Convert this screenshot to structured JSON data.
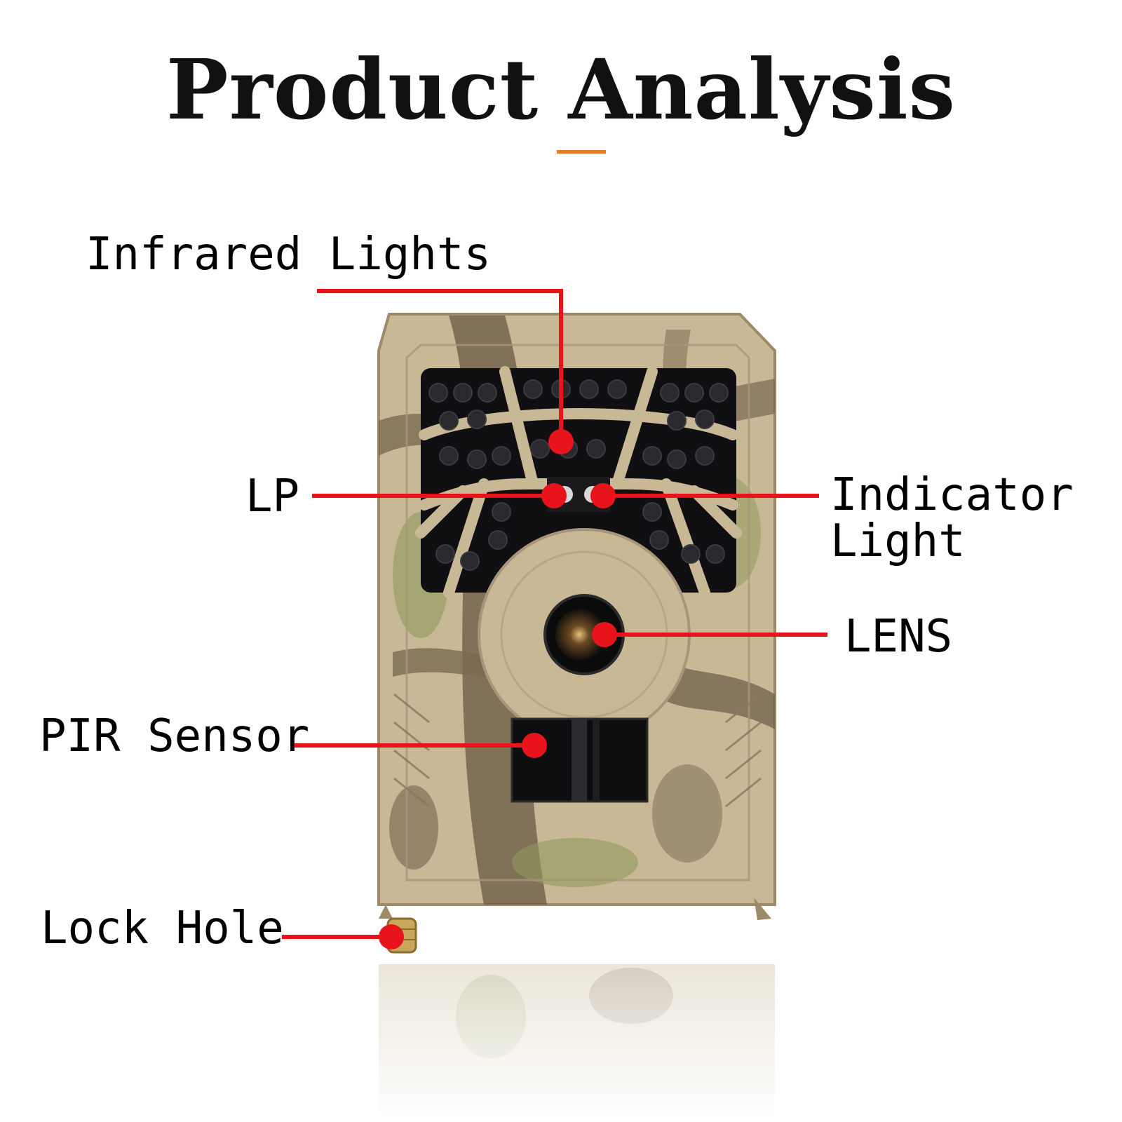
{
  "header": {
    "title": "Product Analysis",
    "accent_color": "#e8782c"
  },
  "callouts": {
    "infrared": "Infrared Lights",
    "lp": "LP",
    "indicator": "Indicator\nLight",
    "lens": "LENS",
    "pir": "PIR Sensor",
    "lock": "Lock Hole"
  },
  "colors": {
    "leader_line": "#e8141c",
    "camo_base": "#c9b896",
    "camo_dark": "#6a5a44",
    "camo_green": "#8f9a5e",
    "panel_black": "#101012"
  }
}
